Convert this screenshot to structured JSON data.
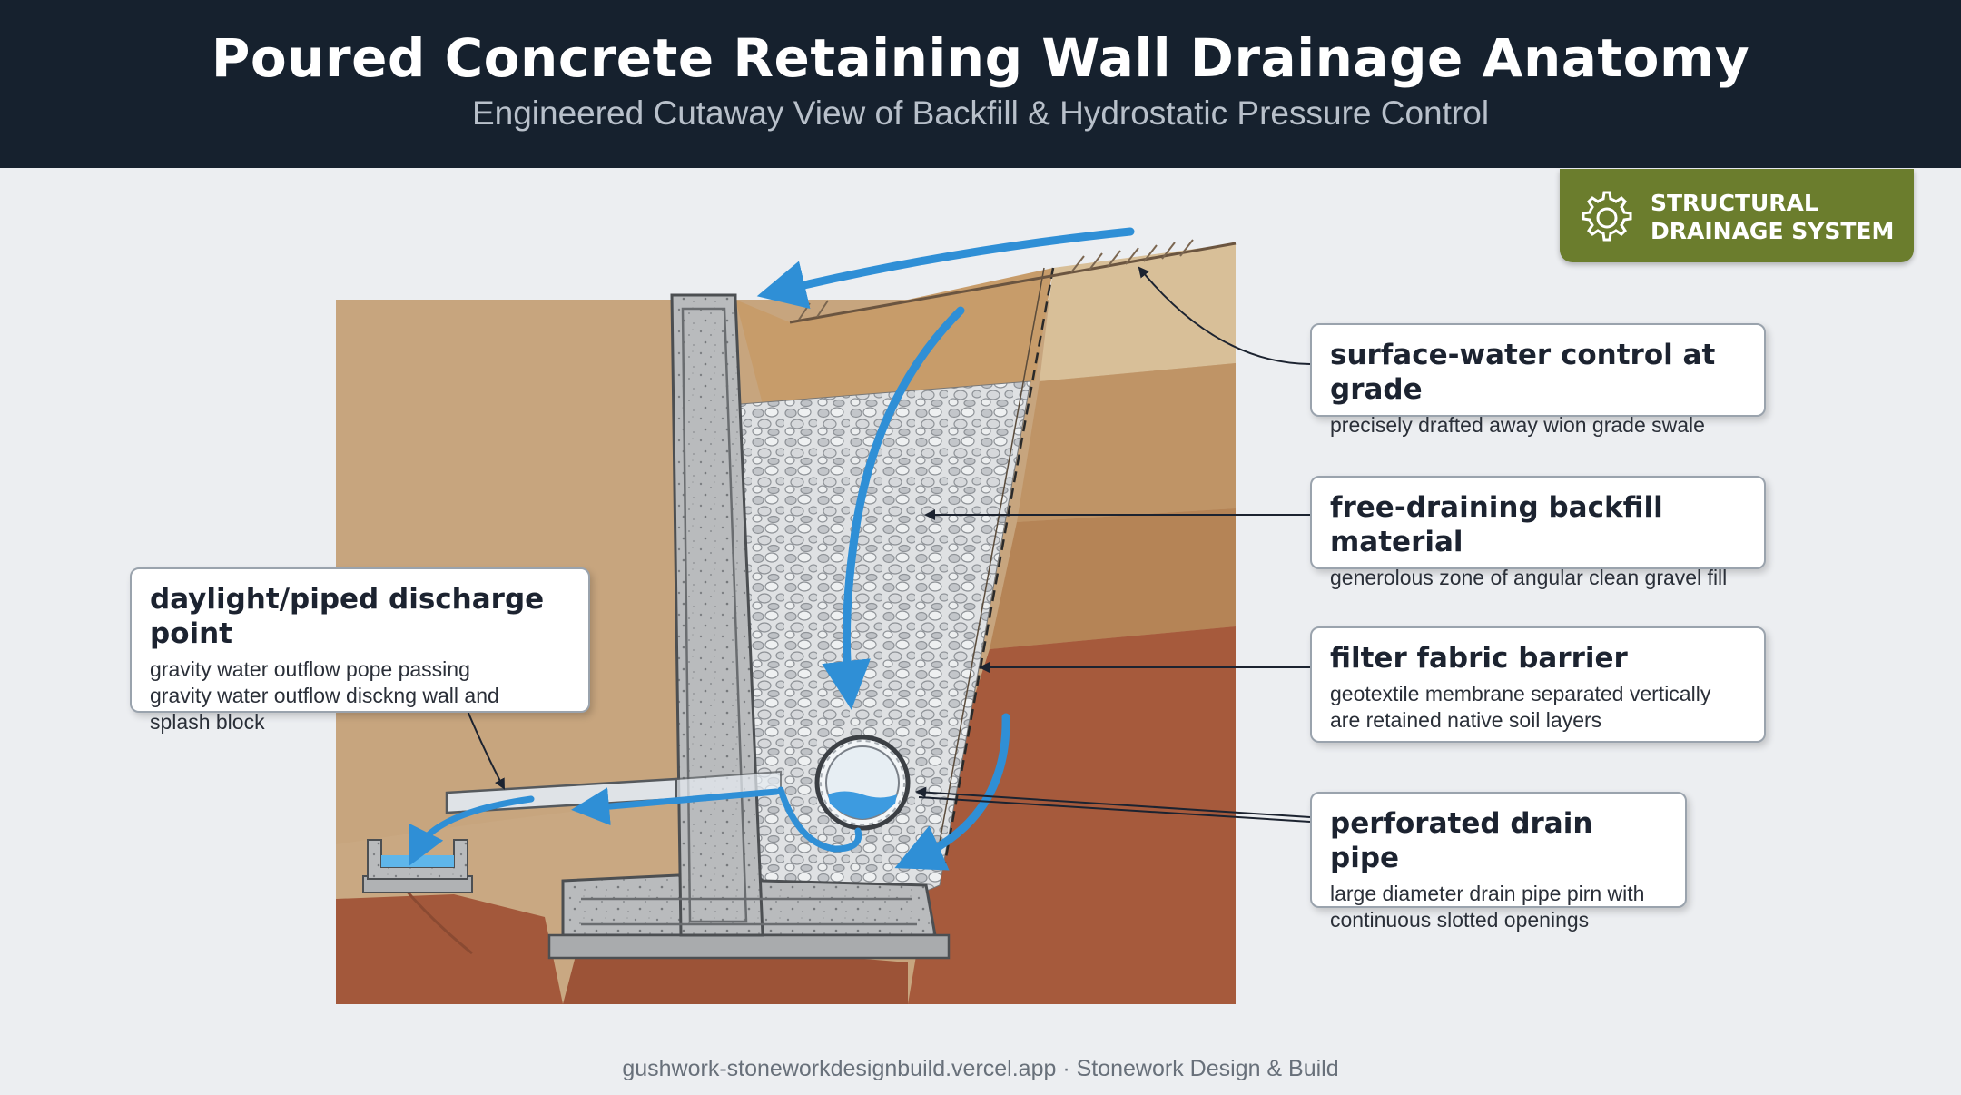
{
  "header": {
    "title": "Poured Concrete Retaining Wall Drainage Anatomy",
    "subtitle": "Engineered Cutaway View of Backfill & Hydrostatic Pressure Control"
  },
  "badge": {
    "icon": "gear-icon",
    "line1": "STRUCTURAL",
    "line2": "DRAINAGE SYSTEM",
    "color": "#6b7d2d"
  },
  "callouts": {
    "surface": {
      "title": "surface-water control at grade",
      "body": "precisely drafted away wion grade swale"
    },
    "backfill": {
      "title": "free-draining backfill material",
      "body": "generolous zone of angular clean gravel fill"
    },
    "fabric": {
      "title": "filter fabric barrier",
      "body1": "geotextile membrane separated vertically",
      "body2": "are retained native soil layers"
    },
    "pipe": {
      "title": "perforated drain pipe",
      "body1": "large diameter drain pipe pirn with",
      "body2": "continuous slotted openings"
    },
    "discharge": {
      "title": "daylight/piped discharge point",
      "body1": "gravity water outflow pope passing",
      "body2": "gravity water outflow disckng wall and",
      "body3": "splash block"
    }
  },
  "footer": {
    "text": "gushwork-stoneworkdesignbuild.vercel.app · Stonework Design & Build"
  },
  "colors": {
    "header_bg": "#16212e",
    "water": "#2f8fd6",
    "concrete": "#b7b9bb",
    "clay": "#a65a3c",
    "soil_tan": "#c7a57e"
  }
}
